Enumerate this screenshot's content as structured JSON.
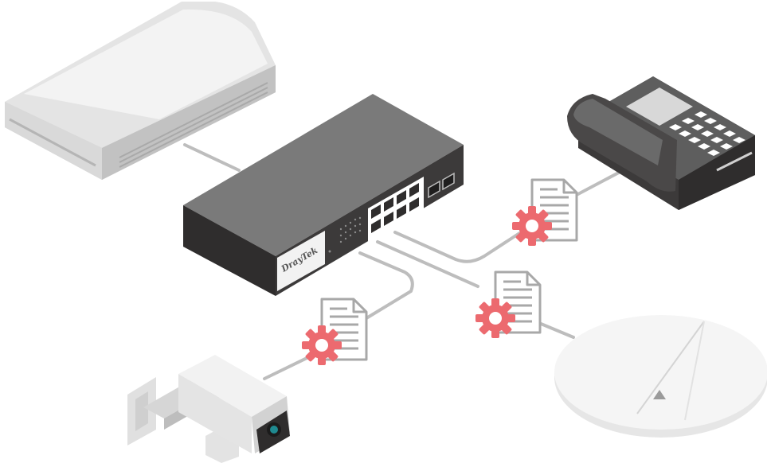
{
  "diagram": {
    "switch": {
      "brand_logo": "DrayTek",
      "rj45_port_count": 8,
      "sfp_port_count": 2
    },
    "devices": [
      {
        "id": "router",
        "icon": "router-icon"
      },
      {
        "id": "network-switch",
        "icon": "switch-icon"
      },
      {
        "id": "ip-phone",
        "icon": "desk-phone-icon"
      },
      {
        "id": "access-point",
        "icon": "ceiling-access-point-icon"
      },
      {
        "id": "ip-camera",
        "icon": "security-camera-icon"
      }
    ],
    "links": [
      {
        "from": "router",
        "to": "network-switch",
        "badge": false
      },
      {
        "from": "network-switch",
        "to": "ip-phone",
        "badge": true
      },
      {
        "from": "network-switch",
        "to": "access-point",
        "badge": true
      },
      {
        "from": "network-switch",
        "to": "ip-camera",
        "badge": true
      }
    ],
    "badge_icons": [
      "document-icon",
      "gear-icon"
    ],
    "colors": {
      "link_line": "#bdbdbd",
      "gear": "#ec6a6f",
      "document_outline": "#a8a8a8",
      "switch_top": "#7a7a7a",
      "switch_front": "#3c3a3a",
      "logo_panel": "#f2f2f2"
    }
  }
}
